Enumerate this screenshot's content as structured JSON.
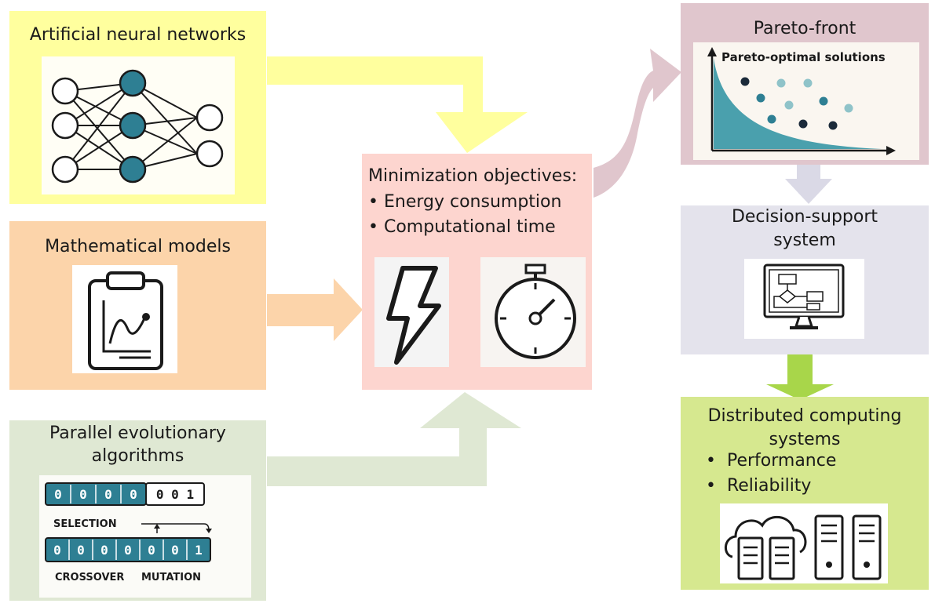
{
  "boxes": {
    "ann": {
      "title": "Artificial neural networks",
      "color": "#ffff9e"
    },
    "math": {
      "title": "Mathematical models",
      "color": "#fcd4aa"
    },
    "pea": {
      "title_line1": "Parallel evolutionary",
      "title_line2": "algorithms",
      "color": "#dfe8d3"
    },
    "objectives": {
      "title": "Minimization objectives:",
      "items": [
        "Energy consumption",
        "Computational time"
      ],
      "color": "#fdd5cf"
    },
    "pareto": {
      "title": "Pareto-front",
      "inset_label": "Pareto-optimal solutions",
      "color": "#e0c6cd"
    },
    "dss": {
      "title_line1": "Decision-support",
      "title_line2": "system",
      "color": "#e4e3ec"
    },
    "dcs": {
      "title_line1": "Distributed computing",
      "title_line2": "systems",
      "items": [
        "Performance",
        "Reliability"
      ],
      "color": "#d6e88f"
    }
  },
  "genetic": {
    "row1_filled": [
      "0",
      "0",
      "0",
      "0"
    ],
    "row1_plain": "0 0 1",
    "selection_label": "SELECTION",
    "row2": [
      "0",
      "0",
      "0",
      "0",
      "0",
      "0",
      "1"
    ],
    "crossover_label": "CROSSOVER",
    "mutation_label": "MUTATION"
  },
  "colors": {
    "node_fill": "#2e7f93",
    "teal": "#2e7f93",
    "light_teal": "#8fc3c9",
    "dark_dot": "#1b2a3a",
    "arrow_yellow": "#ffff9e",
    "arrow_orange": "#fcd4aa",
    "arrow_green": "#dfe8d3",
    "arrow_pink": "#e0c6cd",
    "arrow_lilac": "#dad9e6",
    "arrow_lime": "#a8d64a"
  }
}
